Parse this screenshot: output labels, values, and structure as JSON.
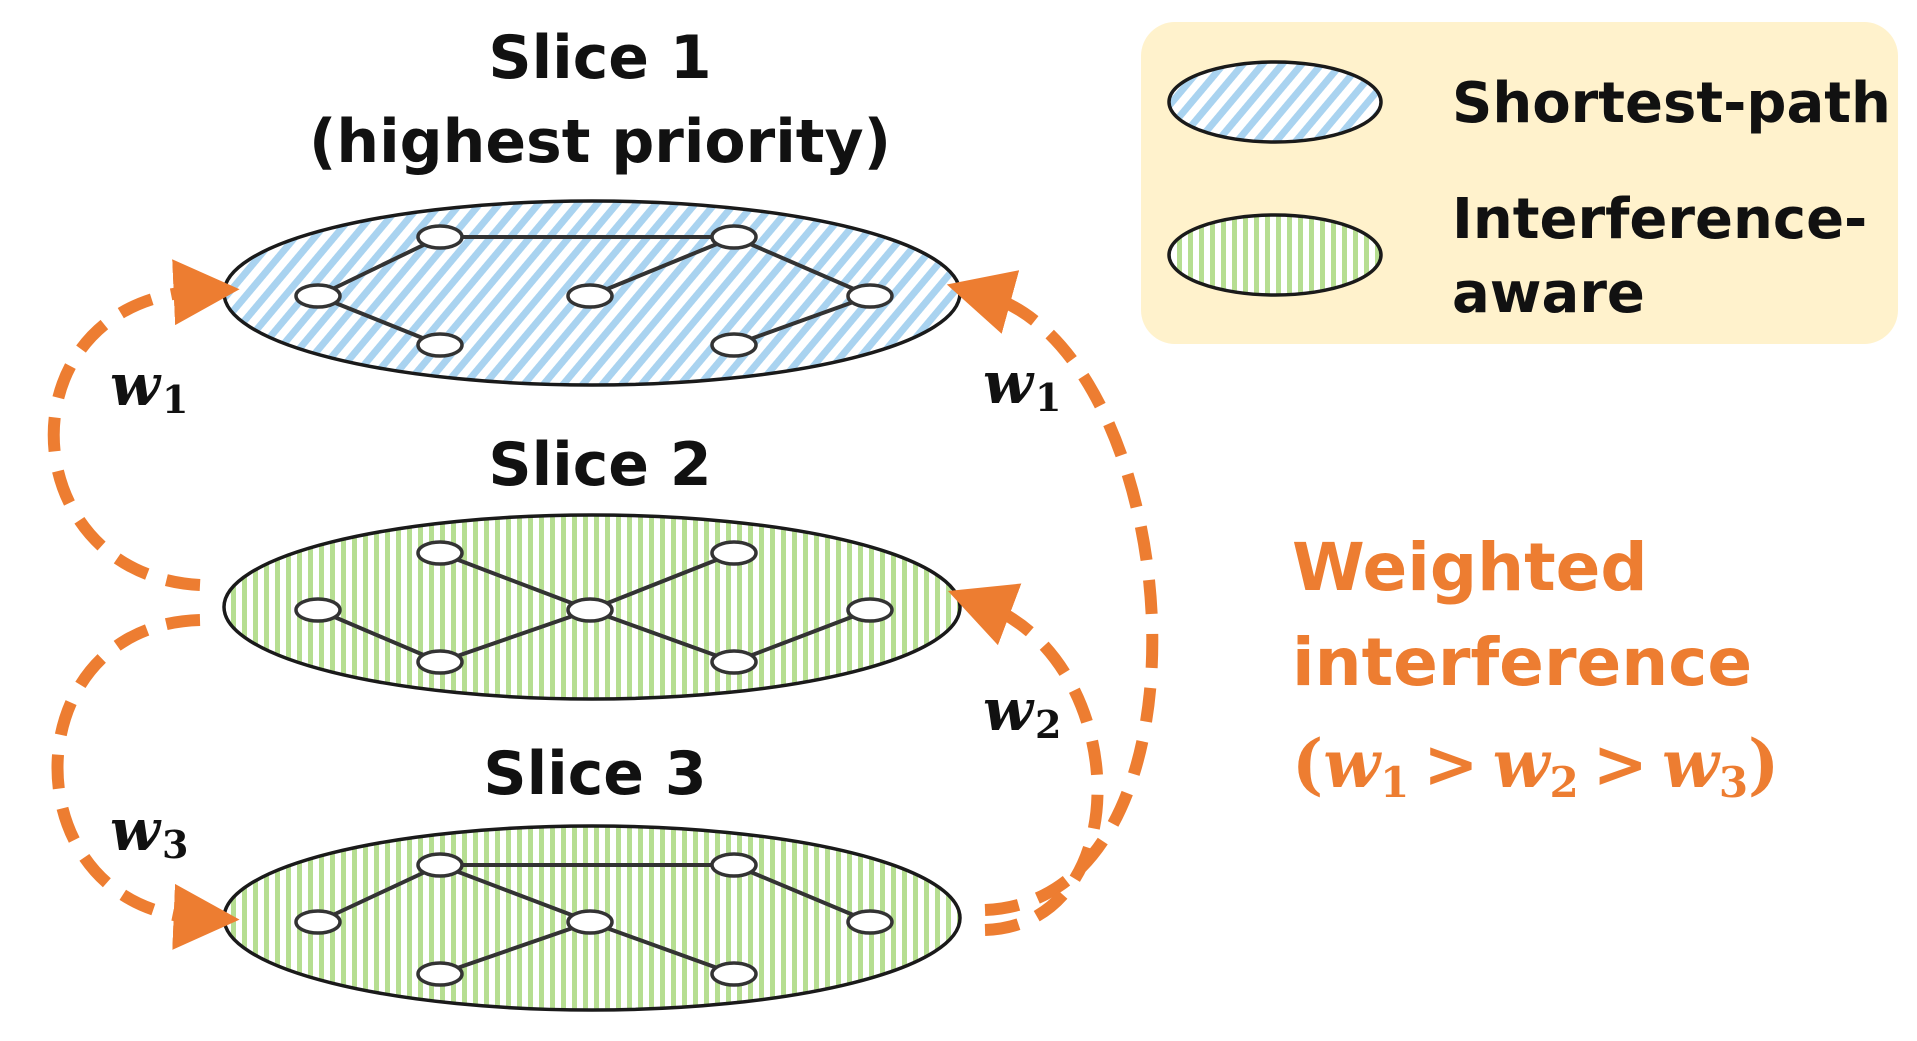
{
  "slices": [
    {
      "title_line1": "Slice 1",
      "title_line2": "(highest priority)",
      "pattern": "shortest-path"
    },
    {
      "title_line1": "Slice 2",
      "pattern": "interference-aware"
    },
    {
      "title_line1": "Slice 3",
      "pattern": "interference-aware"
    }
  ],
  "legend": {
    "shortest_path": "Shortest-path",
    "interference_line1": "Interference-",
    "interference_line2": "aware"
  },
  "weights": {
    "w1_left": {
      "base": "w",
      "sub": "1"
    },
    "w1_right": {
      "base": "w",
      "sub": "1"
    },
    "w2": {
      "base": "w",
      "sub": "2"
    },
    "w3": {
      "base": "w",
      "sub": "3"
    }
  },
  "annotation": {
    "line1": "Weighted",
    "line2": "interference",
    "open_paren": "(",
    "w": "w",
    "sub1": "1",
    "gt1": ">",
    "sub2": "2",
    "gt2": ">",
    "sub3": "3",
    "close_paren": ")"
  },
  "colors": {
    "accent": "#ED7D31",
    "blue_fill": "#A9D3F0",
    "green_fill": "#B6DE91",
    "legend_bg": "#FFF2CC"
  }
}
